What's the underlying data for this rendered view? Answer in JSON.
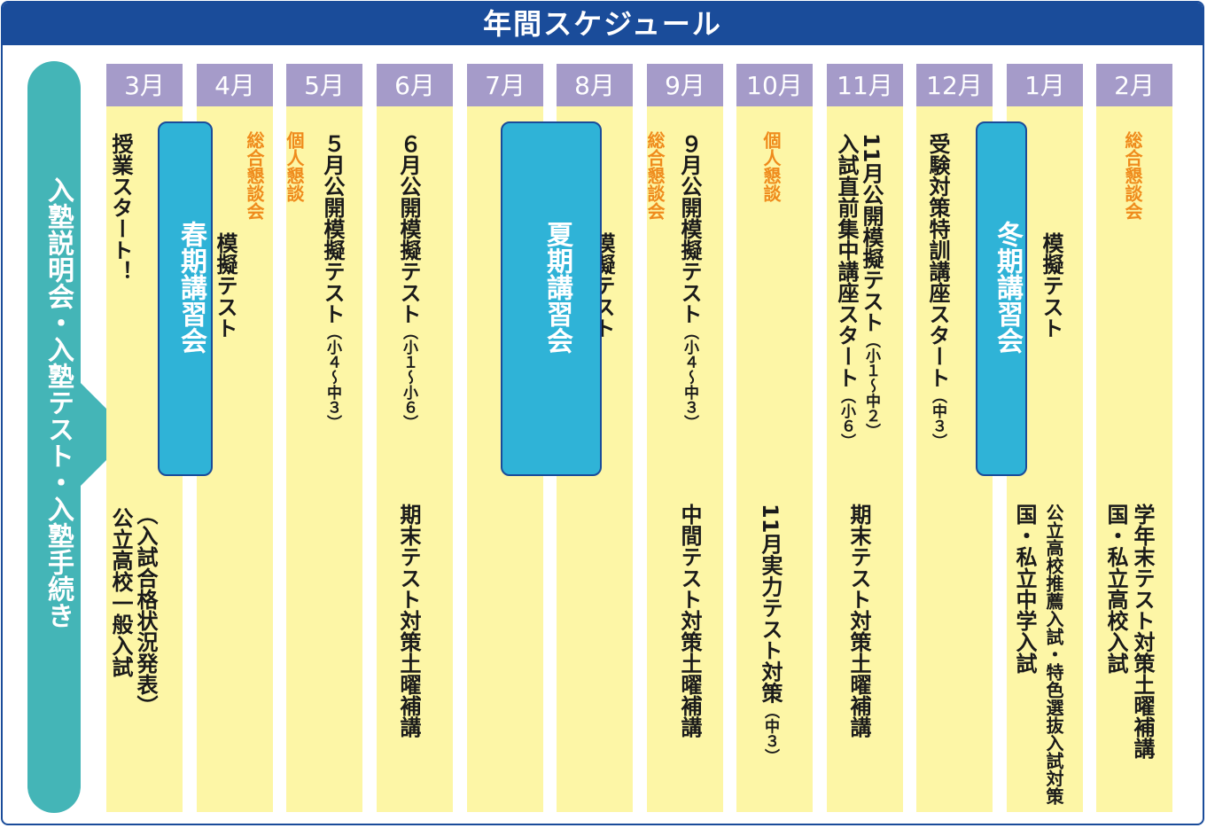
{
  "title": "年間スケジュール",
  "side_label": "入塾説明会・入塾テスト・入塾手続き",
  "months": [
    "3月",
    "4月",
    "5月",
    "6月",
    "7月",
    "8月",
    "9月",
    "10月",
    "11月",
    "12月",
    "1月",
    "2月"
  ],
  "sessions": {
    "spring": "春期講習会",
    "summer": "夏期講習会",
    "winter": "冬期講習会"
  },
  "events": {
    "mar_start": "授業スタート！",
    "mar_b1": "公立高校一般入試",
    "mar_b2": "（入試合格状況発表）",
    "apr_conf": "総合懇談会",
    "apr_test": "模擬テスト",
    "may_conf": "個人懇談",
    "may_test": "５月公開模擬テスト",
    "may_grade": "（小４〜中３）",
    "jun_test": "６月公開模擬テスト",
    "jun_grade": "（小１〜小６）",
    "jun_b": "期末テスト対策土曜補講",
    "aug_test": "模擬テスト",
    "sep_conf": "総合懇談会",
    "sep_test": "９月公開模擬テスト",
    "sep_grade": "（小４〜中３）",
    "sep_b": "中間テスト対策土曜補講",
    "oct_conf": "個人懇談",
    "oct_b": "11月実力テスト対策",
    "oct_b_grade": "（中３）",
    "nov_test": "11月公開模擬テスト",
    "nov_grade": "（小１〜中２）",
    "nov_course": "入試直前集中講座スタート",
    "nov_course_grade": "（小６）",
    "nov_b": "期末テスト対策土曜補講",
    "dec_course": "受験対策特訓講座スタート",
    "dec_grade": "（中３）",
    "jan_test": "模擬テスト",
    "jan_b1": "公立高校推薦入試・特色選抜入試対策",
    "jan_b2": "国・私立中学入試",
    "feb_conf": "総合懇談会",
    "feb_b1": "学年末テスト対策土曜補講",
    "feb_b2": "国・私立高校入試"
  },
  "colors": {
    "header": "#1a4c9a",
    "month": "#a59bc9",
    "column": "#fdf6a6",
    "session": "#2fb3d7",
    "side": "#44b5b7",
    "accent": "#ef8b1c"
  }
}
